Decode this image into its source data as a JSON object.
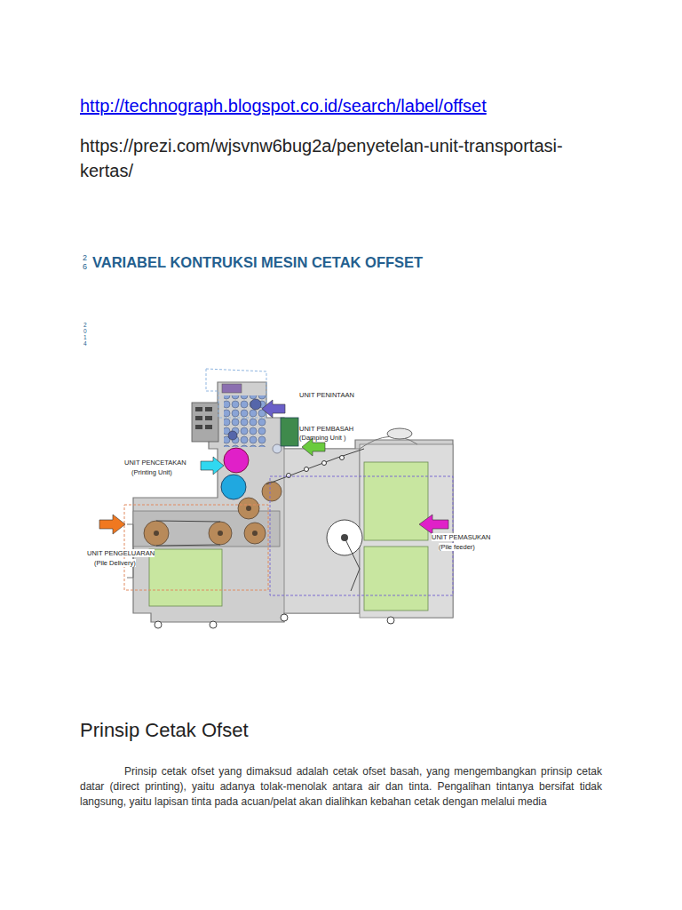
{
  "diagram": {
    "title": "VARIABEL KONTRUKSI MESIN CETAK OFFSET",
    "labels": [
      "http://technograph.blogspot.co.id/search/label/offset",
      "https://prezi.com/wjsvnw6bug2a/penyetelan-unit-transportasi-kertas/",
      "26",
      "2014",
      "UNIT PENINTAAN",
      "UNIT PEMBASAH",
      "(Damping Unit )",
      "UNIT PENCETAKAN",
      "(Printing Unit)",
      "UNIT PEMASUKAN",
      "(Pile feeder)",
      "UNIT PENGELUARAN",
      "(Pile Delivery)",
      "Prinsip Cetak Ofset",
      "Prinsip cetak ofset yang dimaksud adalah cetak ofset basah, yang mengembangkan prinsip cetak datar (direct printing), yaitu adanya tolak-menolak antara air dan tinta. Pengalihan tintanya bersifat tidak langsung, yaitu lapisan tinta pada acuan/pelat akan dialihkan kebahan cetak dengan melalui media"
    ]
  }
}
